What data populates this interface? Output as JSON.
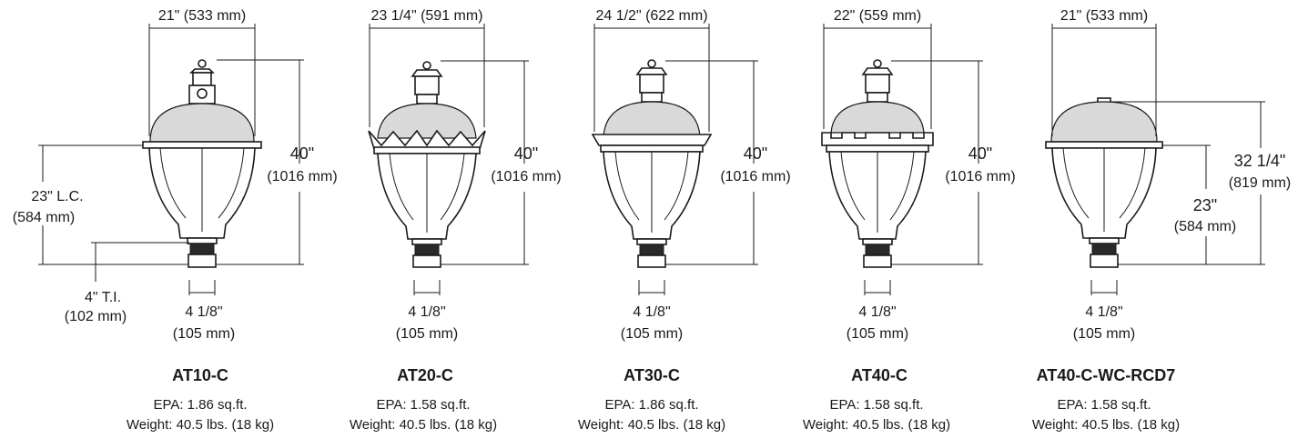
{
  "products": [
    {
      "name": "AT10-C",
      "style": "plain",
      "width_label": "21\" (533 mm)",
      "height_label_1": "40\"",
      "height_label_2": "(1016 mm)",
      "lc_label_1": "23\" L.C.",
      "lc_label_2": "(584 mm)",
      "ti_label_1": "4\" T.I.",
      "ti_label_2": "(102 mm)",
      "fitter_label_1": "4 1/8\"",
      "fitter_label_2": "(105 mm)",
      "epa": "EPA: 1.86 sq.ft.",
      "weight": "Weight: 40.5 lbs. (18 kg)"
    },
    {
      "name": "AT20-C",
      "style": "crown",
      "width_label": "23 1/4\" (591 mm)",
      "height_label_1": "40\"",
      "height_label_2": "(1016 mm)",
      "fitter_label_1": "4 1/8\"",
      "fitter_label_2": "(105 mm)",
      "epa": "EPA: 1.58 sq.ft.",
      "weight": "Weight: 40.5 lbs. (18 kg)"
    },
    {
      "name": "AT30-C",
      "style": "rim",
      "width_label": "24 1/2\" (622 mm)",
      "height_label_1": "40\"",
      "height_label_2": "(1016 mm)",
      "fitter_label_1": "4 1/8\"",
      "fitter_label_2": "(105 mm)",
      "epa": "EPA: 1.86 sq.ft.",
      "weight": "Weight: 40.5 lbs. (18 kg)"
    },
    {
      "name": "AT40-C",
      "style": "crenel",
      "width_label": "22\" (559 mm)",
      "height_label_1": "40\"",
      "height_label_2": "(1016 mm)",
      "fitter_label_1": "4 1/8\"",
      "fitter_label_2": "(105 mm)",
      "epa": "EPA: 1.58 sq.ft.",
      "weight": "Weight: 40.5 lbs. (18 kg)"
    },
    {
      "name": "AT40-C-WC-RCD7",
      "style": "dome",
      "width_label": "21\" (533 mm)",
      "height_label_1": "32 1/4\"",
      "height_label_2": "(819 mm)",
      "lc_label_1": "23\"",
      "lc_label_2": "(584 mm)",
      "fitter_label_1": "4 1/8\"",
      "fitter_label_2": "(105 mm)",
      "epa": "EPA: 1.58 sq.ft.",
      "weight": "Weight: 40.5 lbs. (18 kg)"
    }
  ]
}
